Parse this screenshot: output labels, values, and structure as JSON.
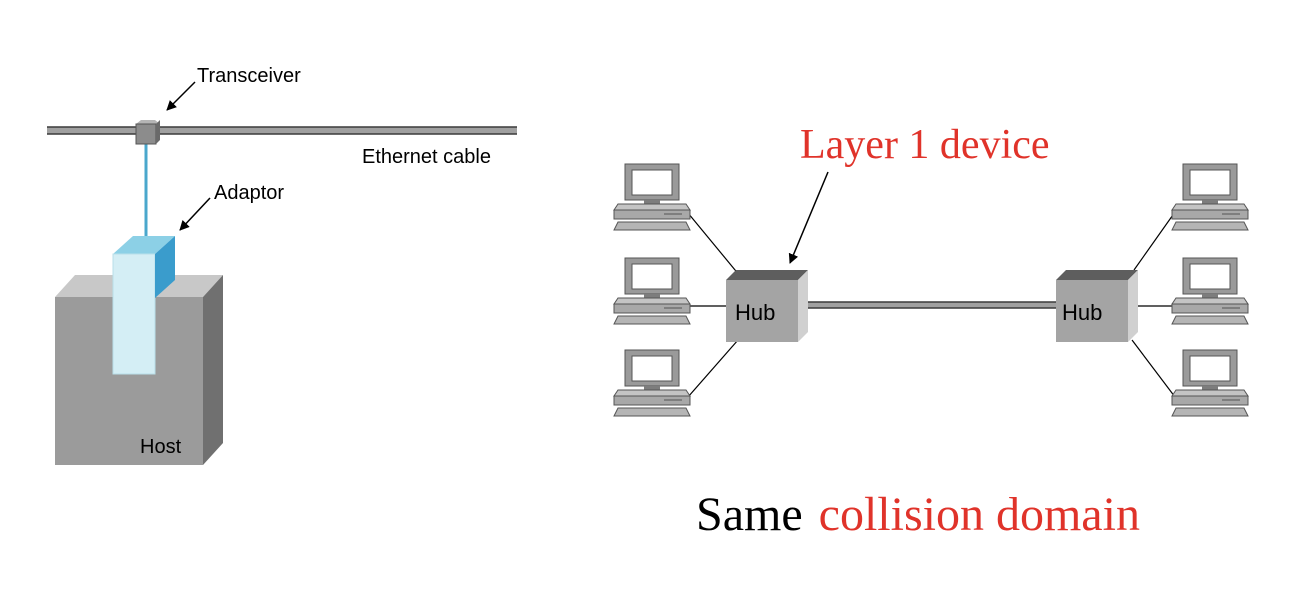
{
  "left_diagram": {
    "transceiver_label": "Transceiver",
    "cable_label": "Ethernet cable",
    "adaptor_label": "Adaptor",
    "host_label": "Host"
  },
  "right_diagram": {
    "layer_label": "Layer 1 device",
    "hub_left_label": "Hub",
    "hub_right_label": "Hub",
    "caption_black": "Same",
    "caption_red": "collision domain"
  },
  "colors": {
    "accent_red": "#e0332a",
    "adaptor_front": "#d4eef5",
    "adaptor_side": "#3a9ccc",
    "adaptor_top": "#8cd0e6",
    "host_front": "#9b9b9b",
    "host_side": "#707070",
    "host_top": "#c8c8c8"
  }
}
